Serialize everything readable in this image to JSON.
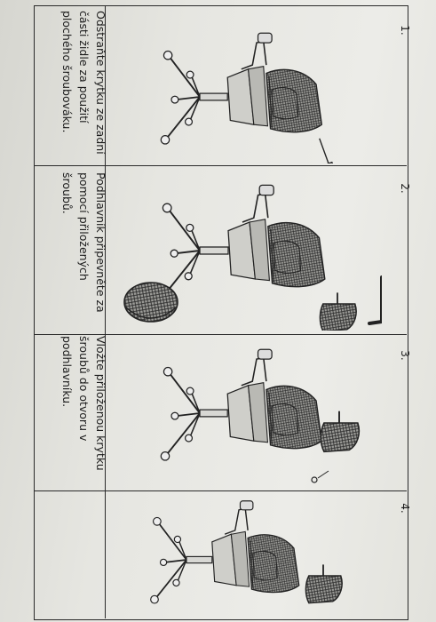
{
  "steps": [
    {
      "number": "1.",
      "text": "Odstraňte krytku ze zadní\nčásti židle za použití\nplochého šroubováku.",
      "illustration": "chair-with-screwdriver"
    },
    {
      "number": "2.",
      "text": "Podhlavník  připevněte  za\npomocí  přiložených\nšroubů.",
      "illustration": "chair-with-headrest-and-allen-key"
    },
    {
      "number": "3.",
      "text": "Vložte přiloženou krytku\nšroubů do otvoru v\npodhlavníku.",
      "illustration": "chair-headrest-cap"
    },
    {
      "number": "4.",
      "text": "",
      "illustration": "assembled-chair"
    }
  ],
  "colors": {
    "ink": "#1f1f1f",
    "paper": "#e8e8e3",
    "mesh": "#3a3a3a"
  }
}
